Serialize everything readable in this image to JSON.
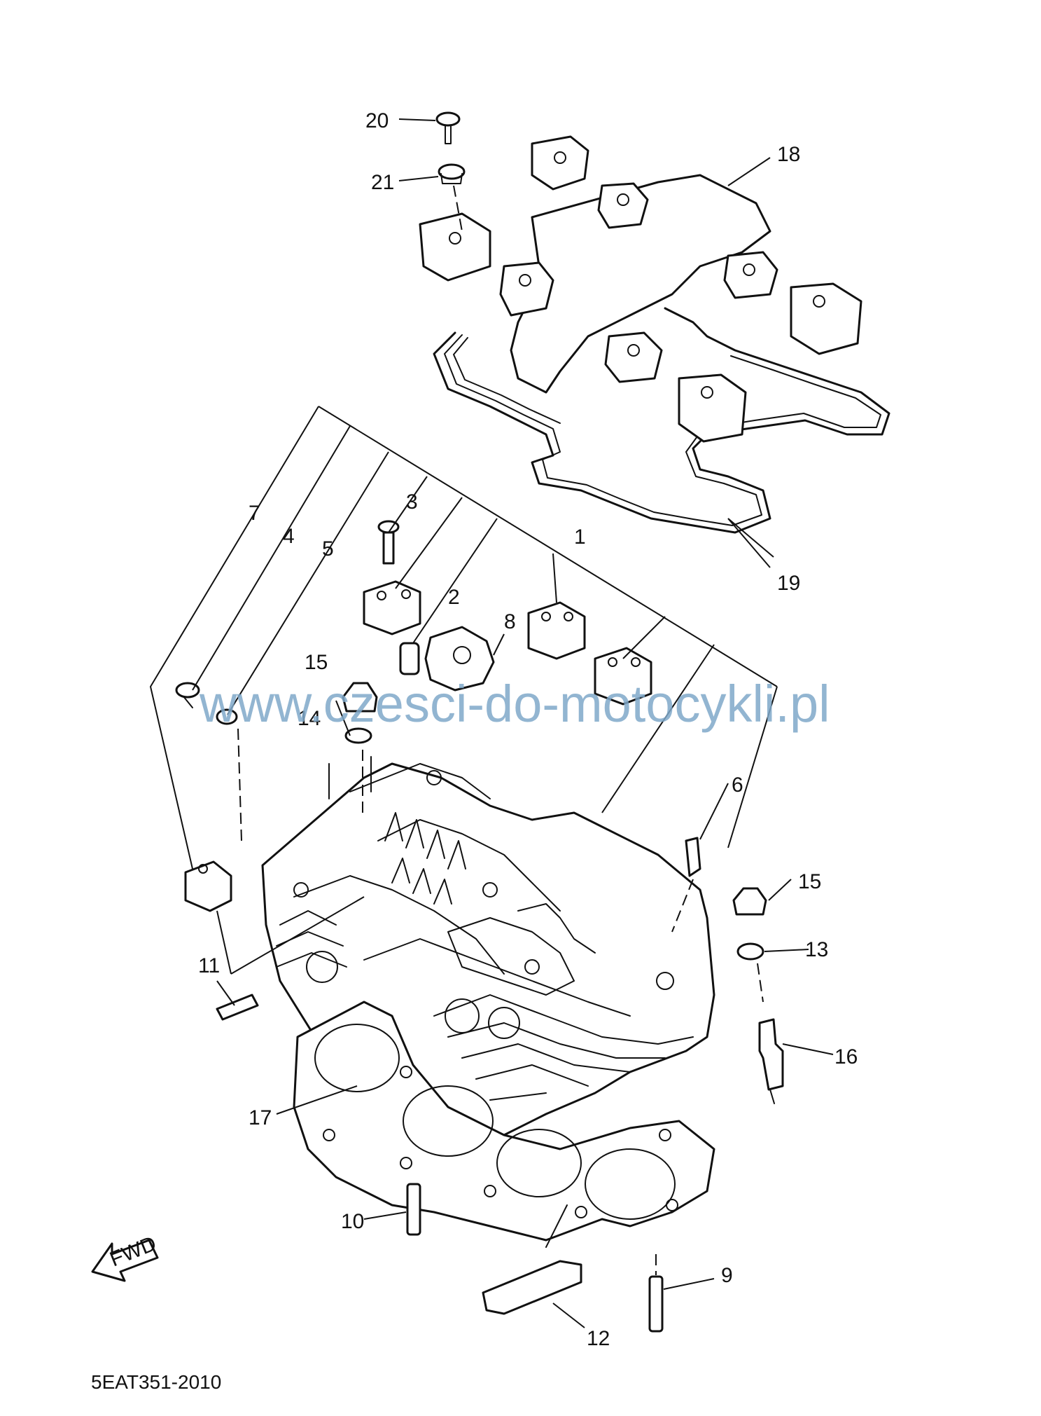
{
  "watermark": "www.czesci-do-motocykli.pl",
  "diagram_code": "5EAT351-2010",
  "fwd_label": "FWD",
  "callouts": {
    "c1": "1",
    "c2": "2",
    "c3": "3",
    "c4": "4",
    "c5": "5",
    "c6": "6",
    "c7": "7",
    "c8": "8",
    "c9": "9",
    "c10": "10",
    "c11": "11",
    "c12": "12",
    "c13": "13",
    "c14": "14",
    "c15a": "15",
    "c15b": "15",
    "c16": "16",
    "c17": "17",
    "c18": "18",
    "c19": "19",
    "c20": "20",
    "c21": "21"
  },
  "colors": {
    "line": "#111111",
    "watermark": "#7fa8c9",
    "background": "#ffffff"
  }
}
